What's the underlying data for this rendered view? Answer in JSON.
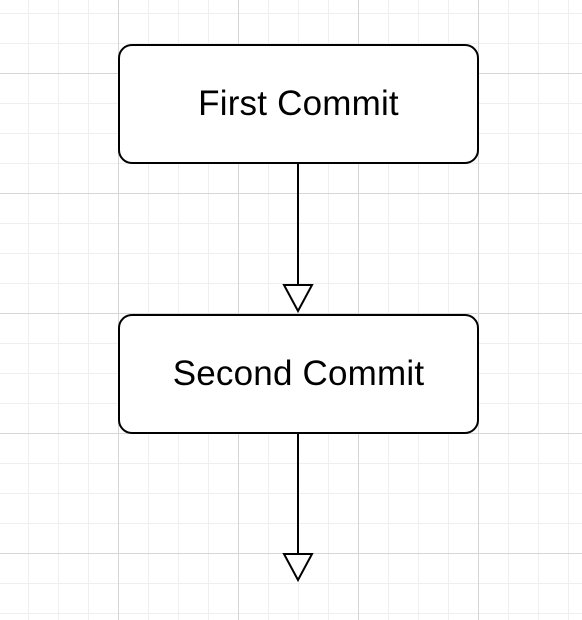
{
  "diagram": {
    "nodes": [
      {
        "id": "first",
        "label": "First Commit"
      },
      {
        "id": "second",
        "label": "Second Commit"
      }
    ],
    "edges": [
      {
        "from": "first",
        "to": "second",
        "arrowhead": "hollow-triangle"
      },
      {
        "from": "second",
        "to": "",
        "arrowhead": "hollow-triangle"
      }
    ],
    "colors": {
      "stroke": "#000000",
      "node_fill": "#ffffff",
      "grid_major": "#d6d6d6",
      "grid_minor": "#efefef"
    }
  }
}
